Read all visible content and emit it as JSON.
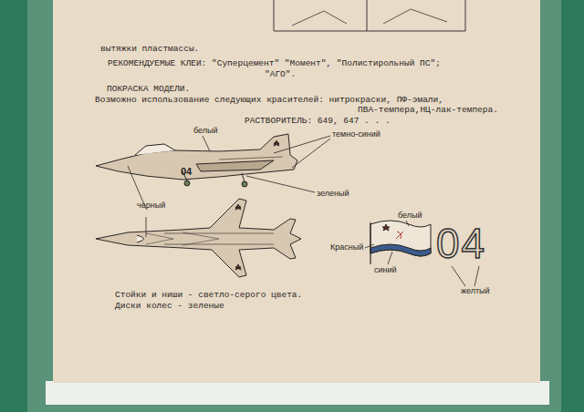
{
  "diagram": {
    "labels": [
      "вытяжки пластмассы.",
      "РЕКОМЕНДУЕМЫЕ КЛЕИ: \"Суперцемент\" \"Момент\", \"Полистирольный ПС\";",
      "\"АГО\".",
      "ПОКРАСКА МОДЕЛИ.",
      "Возможно использование следующих красителей: нитрокраски, ПФ-эмали,",
      "ПВА-темпера,НЦ-лак-темпера.",
      "РАСТВОРИТЕЛЬ: 649, 647 . . .",
      "белый",
      "темно-синий",
      "04",
      "зеленый",
      "черный",
      "белый",
      "Красный",
      "синий",
      "04",
      "желтый",
      "Стойки и ниши - светло-серого цвета.",
      "Диски колес  - зеленые"
    ]
  }
}
